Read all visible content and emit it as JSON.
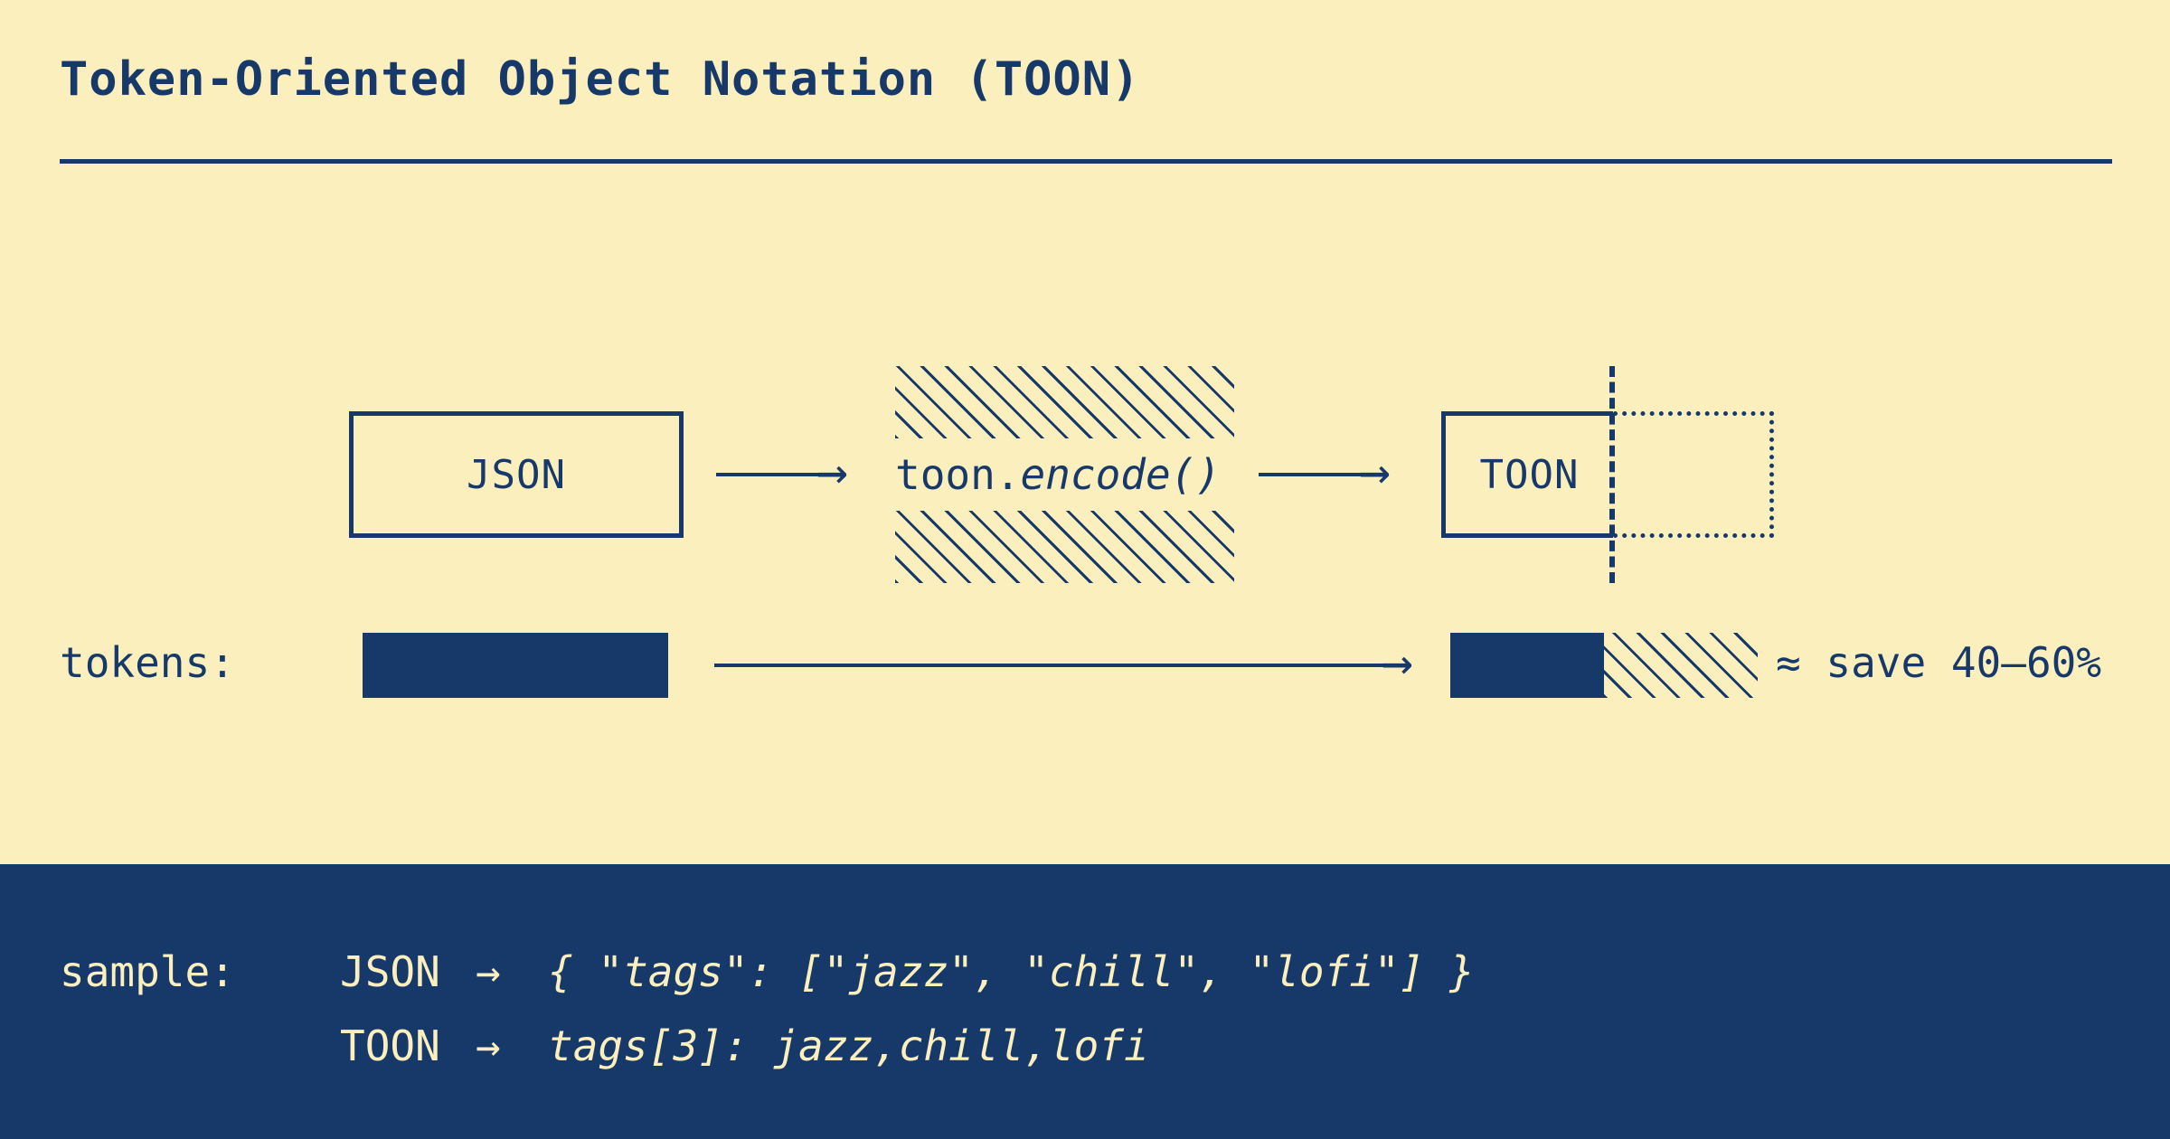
{
  "header": {
    "title": "Token-Oriented Object Notation (TOON)"
  },
  "diagram": {
    "json_node": {
      "label": "JSON"
    },
    "encode_node": {
      "prefix": "toon.",
      "call": "encode()"
    },
    "toon_node": {
      "label": "TOON"
    },
    "arrow_glyph": "→"
  },
  "tokens": {
    "label": "tokens:",
    "arrow_glyph": "→",
    "savings_note": "≈ save 40–60%"
  },
  "sample": {
    "label": "sample:",
    "arrow_glyph": "→",
    "rows": [
      {
        "format": "JSON",
        "code": "{ \"tags\": [\"jazz\", \"chill\", \"lofi\"] }"
      },
      {
        "format": "TOON",
        "code": "tags[3]: jazz,chill,lofi"
      }
    ]
  },
  "chart_data": {
    "type": "bar",
    "title": "tokens:",
    "categories": [
      "JSON",
      "TOON"
    ],
    "values": [
      100,
      50
    ],
    "value_unit": "relative token count (%)",
    "annotations": [
      "≈ save 40–60%"
    ],
    "notes": "TOON bar shows solid used portion with hatched saved remainder",
    "xlabel": "",
    "ylabel": "",
    "grid": false,
    "legend": "none"
  },
  "colors": {
    "background": "#FBEFBE",
    "ink": "#17396A",
    "panel": "#17396A",
    "panel_text": "#FBEFBE"
  }
}
